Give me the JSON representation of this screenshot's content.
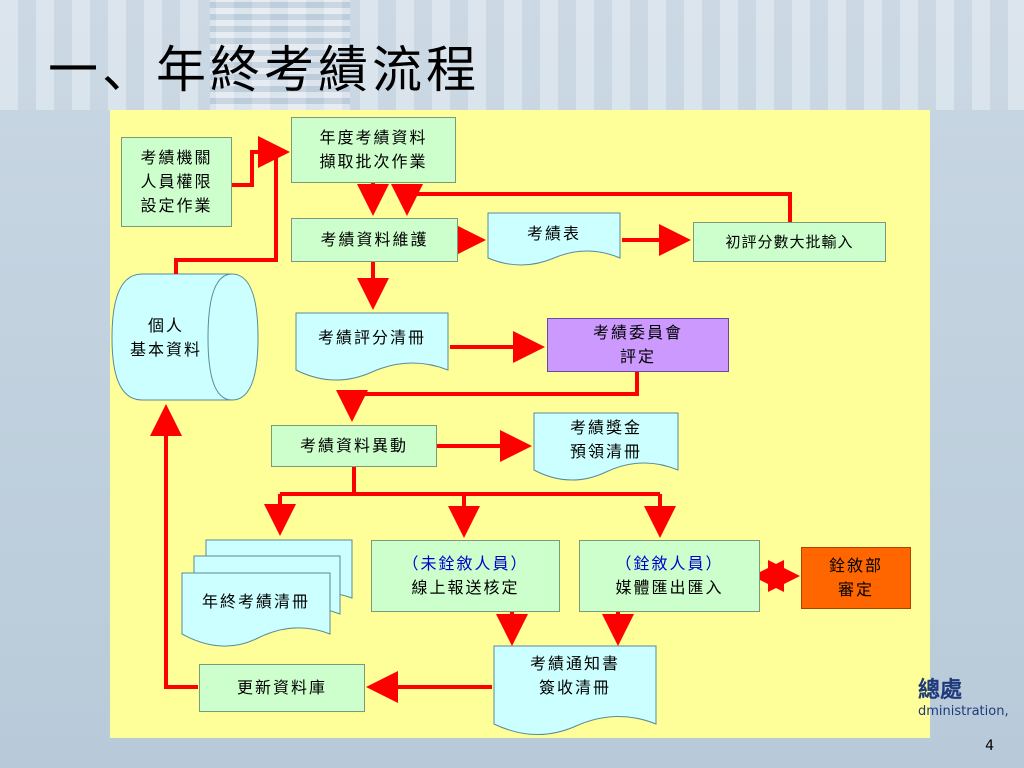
{
  "title": "一、年終考績流程",
  "page_number": "4",
  "logo_text": "總處",
  "logo_subtext": "dministration,",
  "nodes": {
    "batch": [
      "年度考績資料",
      "擷取批次作業"
    ],
    "permission": [
      "考績機關",
      "人員權限",
      "設定作業"
    ],
    "maintain": "考績資料維護",
    "score_table": "考績表",
    "initial_input": "初評分數大批輸入",
    "personal_db": [
      "個人",
      "基本資料"
    ],
    "score_list": "考績評分清冊",
    "committee": [
      "考績委員會",
      "評定"
    ],
    "change": "考績資料異動",
    "bonus_list": [
      "考績獎金",
      "預領清冊"
    ],
    "annual_list": "年終考績清冊",
    "online": [
      "（未銓敘人員）",
      "線上報送核定"
    ],
    "media": [
      "（銓敘人員）",
      "媒體匯出匯入"
    ],
    "ministry": [
      "銓敘部",
      "審定"
    ],
    "notice": [
      "考績通知書",
      "簽收清冊"
    ],
    "update_db": "更新資料庫"
  },
  "colors": {
    "panel": "#ffff99",
    "process_box": "#ccffcc",
    "committee": "#cc99ff",
    "ministry": "#ff6600",
    "document": "#ccffff",
    "arrow": "#ff0000"
  }
}
